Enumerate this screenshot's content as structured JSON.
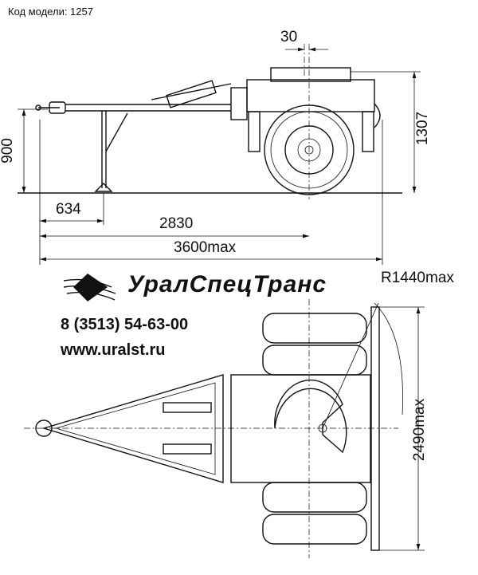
{
  "model_code": "Код модели: 1257",
  "brand": {
    "name": "УралСпецТранс",
    "phone": "8 (3513) 54-63-00",
    "website": "www.uralst.ru"
  },
  "dimensions": {
    "offset": "30",
    "hitch_height": "900",
    "overall_height": "1307",
    "support_leg": "634",
    "axle_distance": "2830",
    "overall_length": "3600max",
    "turn_radius": "R1440max",
    "overall_width": "2490max"
  }
}
